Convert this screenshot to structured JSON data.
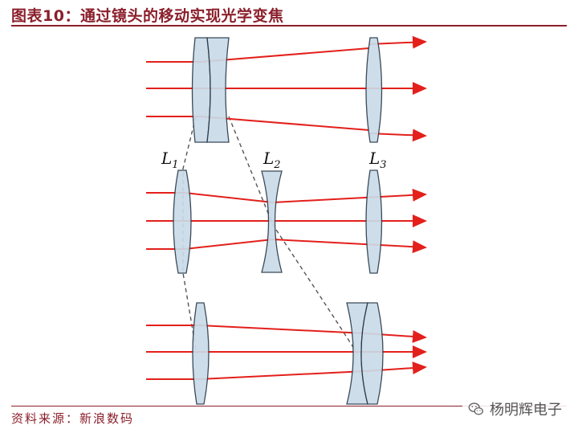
{
  "header": {
    "title": "图表10：通过镜头的移动实现光学变焦"
  },
  "footer": {
    "source": "资料来源：新浪数码"
  },
  "watermark": {
    "text": "杨明辉电子",
    "icon": "wechat-icon"
  },
  "diagram": {
    "lens_labels": [
      "L",
      "L",
      "L"
    ],
    "lens_subscripts": [
      "1",
      "2",
      "3"
    ]
  },
  "colors": {
    "accent": "#8b1f2b",
    "ray": "#e3201b",
    "lens_fill": "#c9dbe8",
    "lens_stroke": "#2b3a4a"
  }
}
